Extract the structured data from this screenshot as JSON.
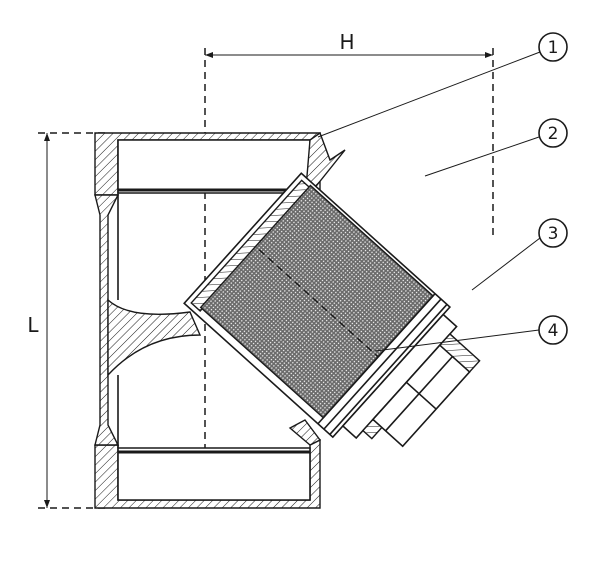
{
  "diagram": {
    "dimensions": {
      "width_label": "H",
      "length_label": "L"
    },
    "callouts": [
      {
        "number": "1"
      },
      {
        "number": "2"
      },
      {
        "number": "3"
      },
      {
        "number": "4"
      }
    ],
    "colors": {
      "line": "#1a1a1a",
      "mesh": "#555555",
      "background": "#ffffff"
    }
  }
}
